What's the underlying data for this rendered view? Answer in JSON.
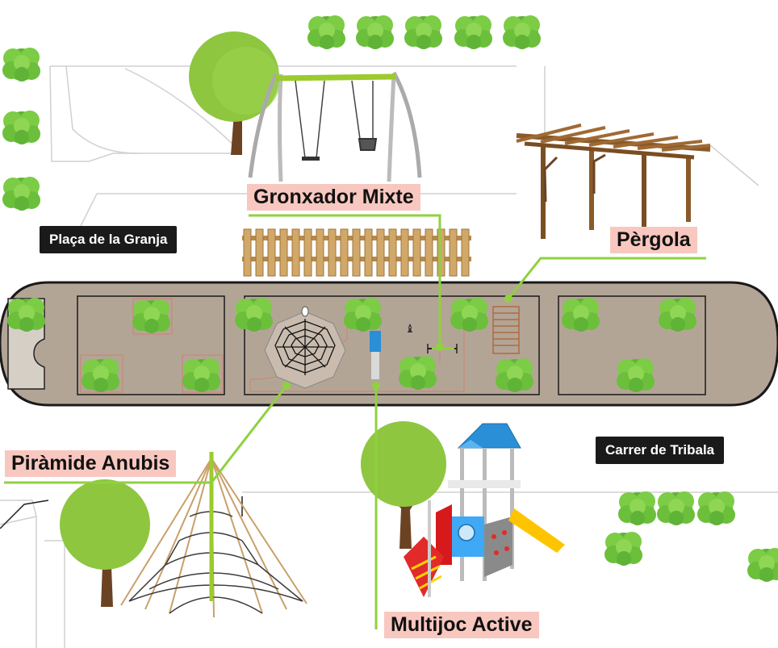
{
  "streets": {
    "top_left": "Plaça de la Granja",
    "right": "Carrer de Tribala"
  },
  "callouts": {
    "swing": "Gronxador Mixte",
    "pergola": "Pèrgola",
    "pyramid": "Piràmide Anubis",
    "multiplay": "Multijoc Active"
  },
  "colors": {
    "leader_line": "#8fd13f",
    "callout_bg": "#f8c8c0",
    "park_ground": "#b3a596",
    "tree_foliage": "#8ec63f",
    "bush": "#6cbf3a",
    "street_label_bg": "#1a1a1a"
  }
}
